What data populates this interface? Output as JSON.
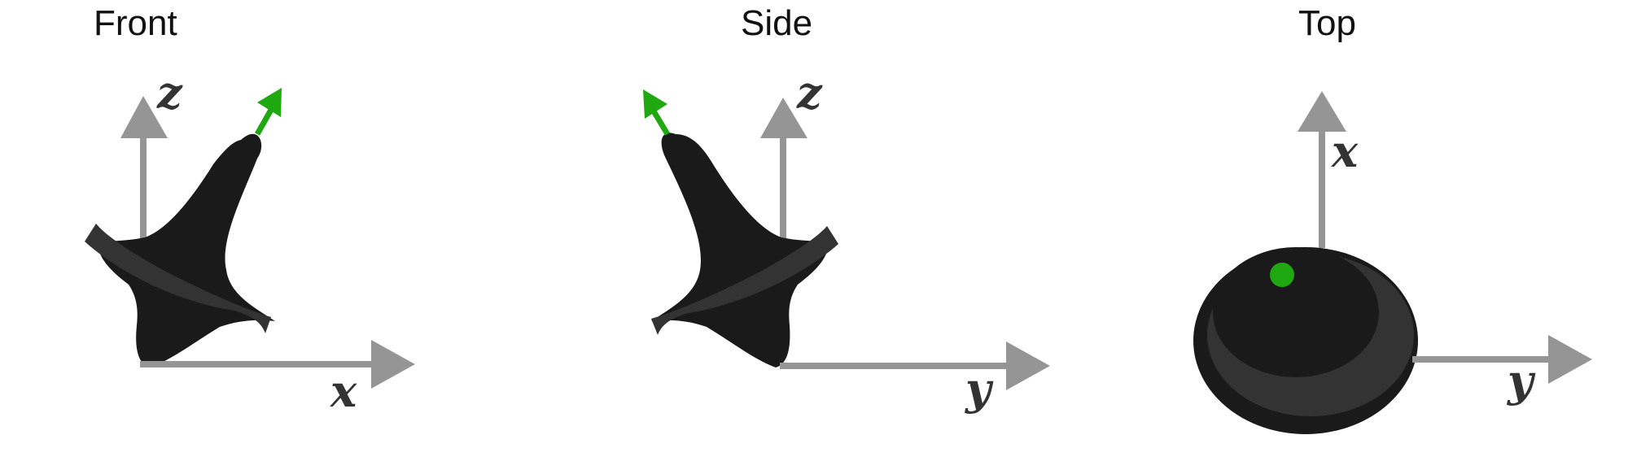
{
  "views": [
    {
      "title": "Front",
      "axes": {
        "vertical": "z",
        "horizontal": "x"
      }
    },
    {
      "title": "Side",
      "axes": {
        "vertical": "z",
        "horizontal": "y"
      }
    },
    {
      "title": "Top",
      "axes": {
        "vertical": "x",
        "horizontal": "y"
      }
    }
  ],
  "colors": {
    "axis": "#959595",
    "top_body": "#1a1a1a",
    "top_disc": "#333333",
    "spin_axis": "#1fa80f",
    "label": "#333333"
  }
}
